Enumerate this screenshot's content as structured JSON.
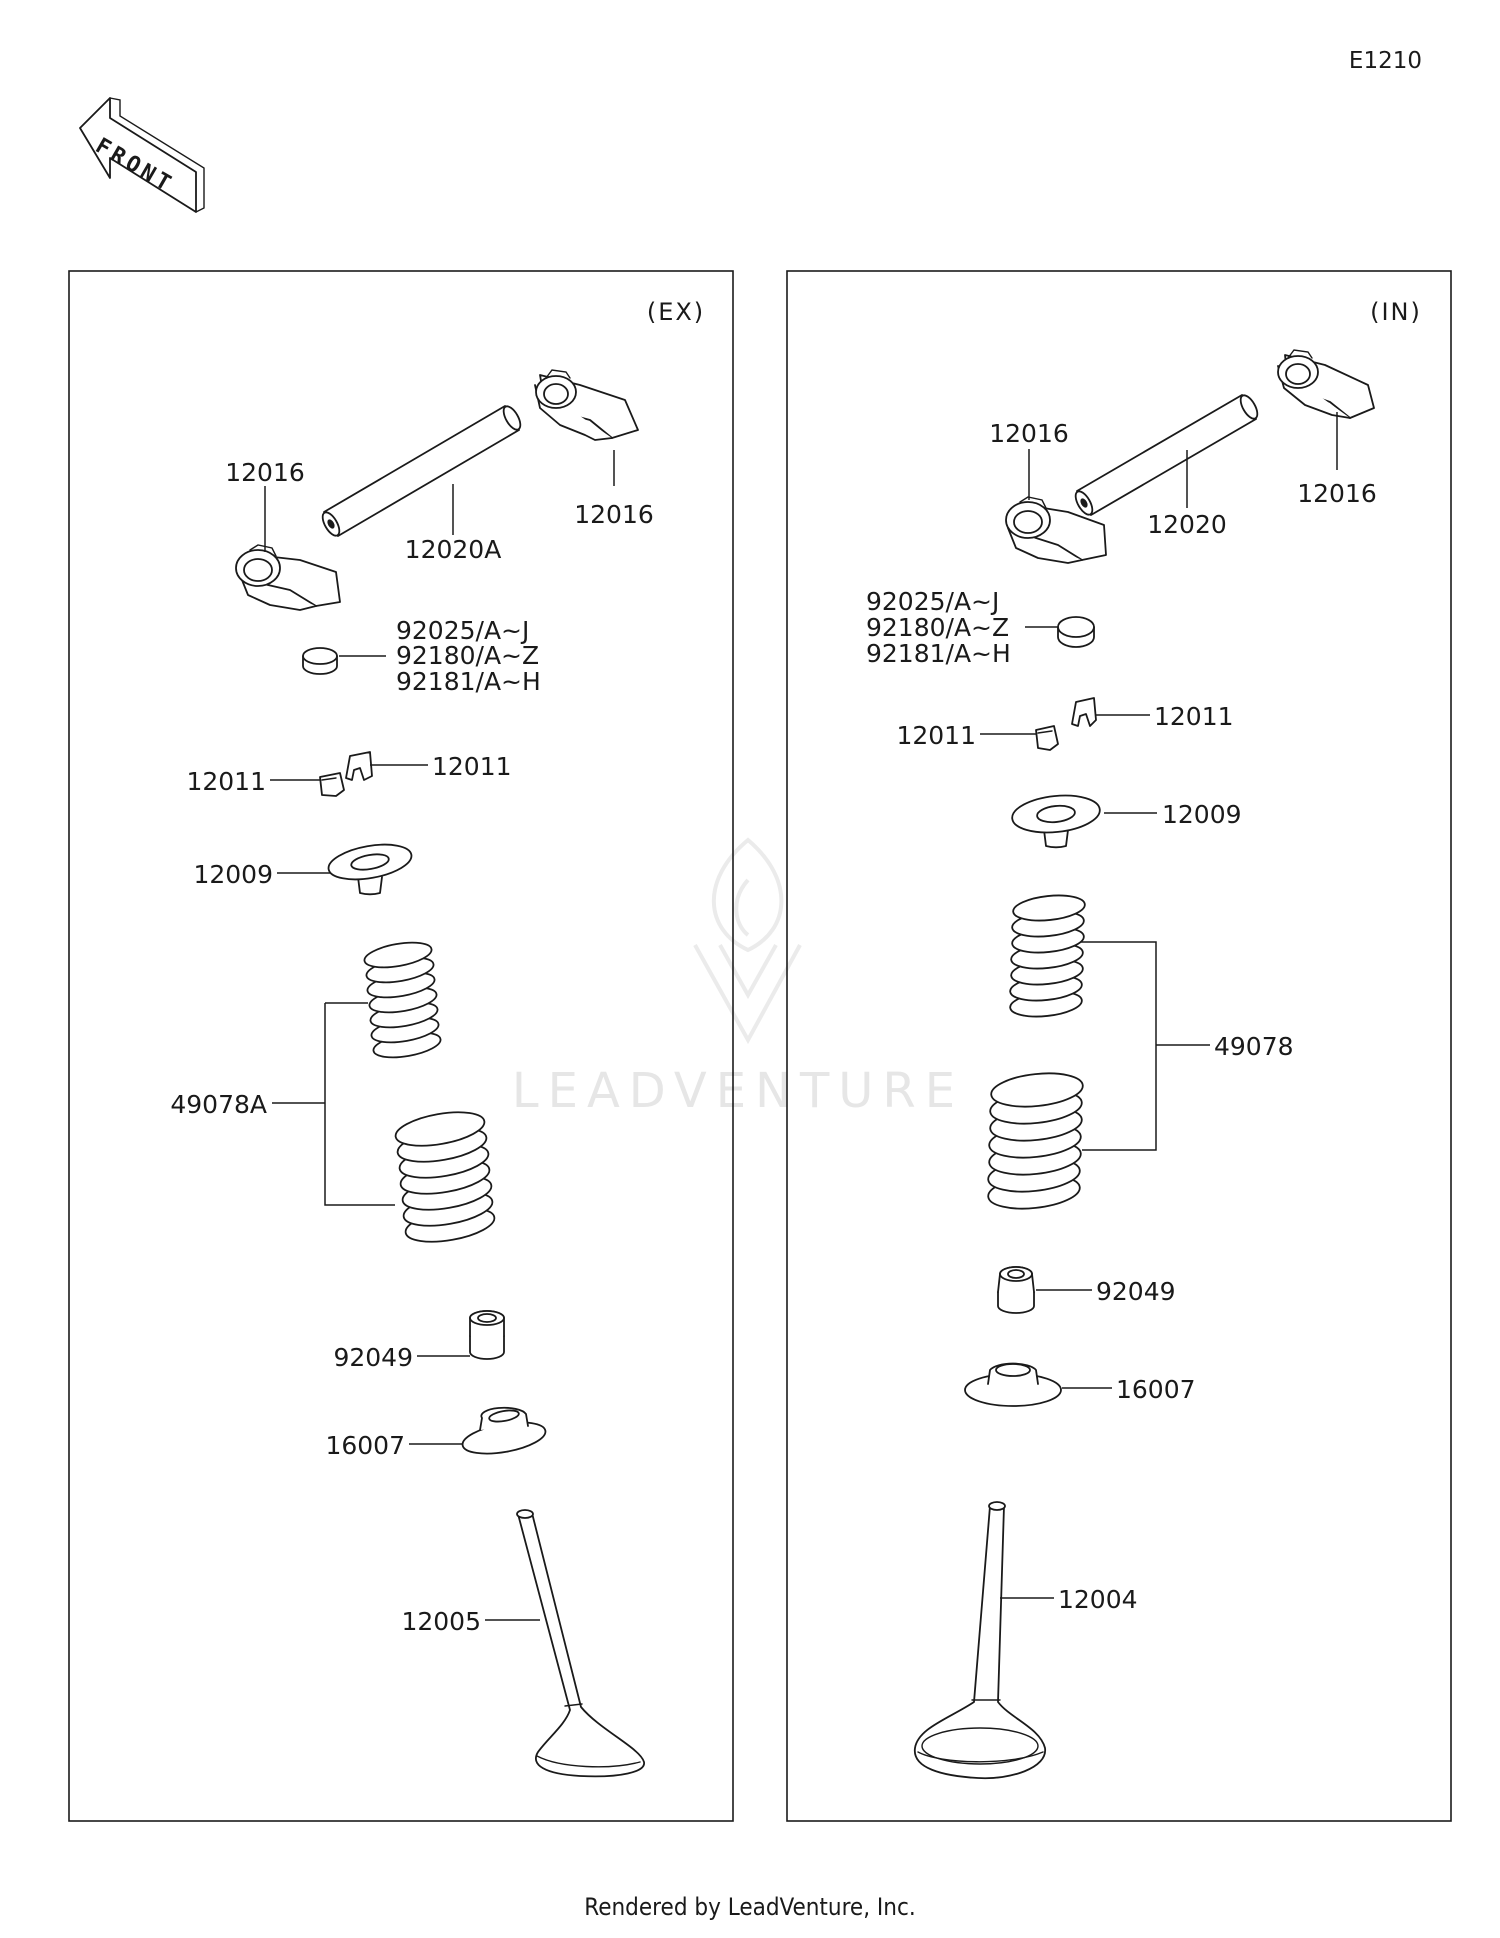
{
  "diagram_code": "E1210",
  "front_label": "FRONT",
  "watermark": "LEADVENTURE",
  "footer": "Rendered by LeadVenture, Inc.",
  "exhaust": {
    "section_label": "(EX)",
    "labels": {
      "rocker_arm_left": "12016",
      "rocker_arm_right": "12016",
      "rocker_shaft": "12020A",
      "shim_1": "92025/A~J",
      "shim_2": "92180/A~Z",
      "shim_3": "92181/A~H",
      "cotter_left": "12011",
      "cotter_right": "12011",
      "retainer": "12009",
      "spring": "49078A",
      "oil_seal": "92049",
      "spring_seat": "16007",
      "valve": "12005"
    }
  },
  "intake": {
    "section_label": "(IN)",
    "labels": {
      "rocker_arm_left": "12016",
      "rocker_arm_right": "12016",
      "rocker_shaft": "12020",
      "shim_1": "92025/A~J",
      "shim_2": "92180/A~Z",
      "shim_3": "92181/A~H",
      "cotter_left": "12011",
      "cotter_right": "12011",
      "retainer": "12009",
      "spring": "49078",
      "oil_seal": "92049",
      "spring_seat": "16007",
      "valve": "12004"
    }
  }
}
